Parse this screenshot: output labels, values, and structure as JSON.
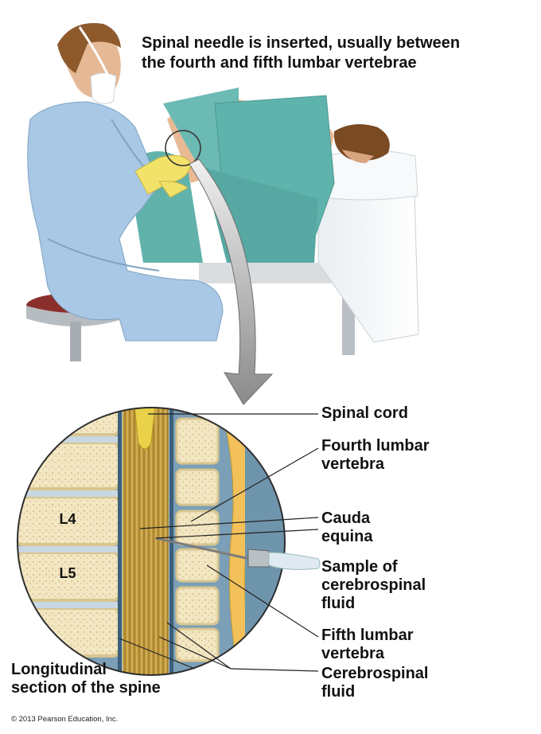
{
  "title": {
    "line1": "Spinal needle is inserted, usually between",
    "line2": "the fourth and fifth lumbar vertebrae"
  },
  "labels": {
    "spinal_cord": "Spinal cord",
    "fourth_lumbar": [
      "Fourth lumbar",
      "vertebra"
    ],
    "cauda_equina": [
      "Cauda",
      "equina"
    ],
    "sample_csf": [
      "Sample of",
      "cerebrospinal",
      "fluid"
    ],
    "fifth_lumbar": [
      "Fifth lumbar",
      "vertebra"
    ],
    "csf": [
      "Cerebrospinal",
      "fluid"
    ],
    "section": [
      "Longitudinal",
      "section of the spine"
    ]
  },
  "vertebra_labels": {
    "l4": "L4",
    "l5": "L5"
  },
  "copyright": "© 2013 Pearson Education, Inc.",
  "colors": {
    "scrubs": "#a8c8e6",
    "drape": "#5fb3ad",
    "gloves": "#f2e26a",
    "bone": "#f1dfb3",
    "nerve": "#d4a93a",
    "csf_blue": "#a9c6dc"
  }
}
